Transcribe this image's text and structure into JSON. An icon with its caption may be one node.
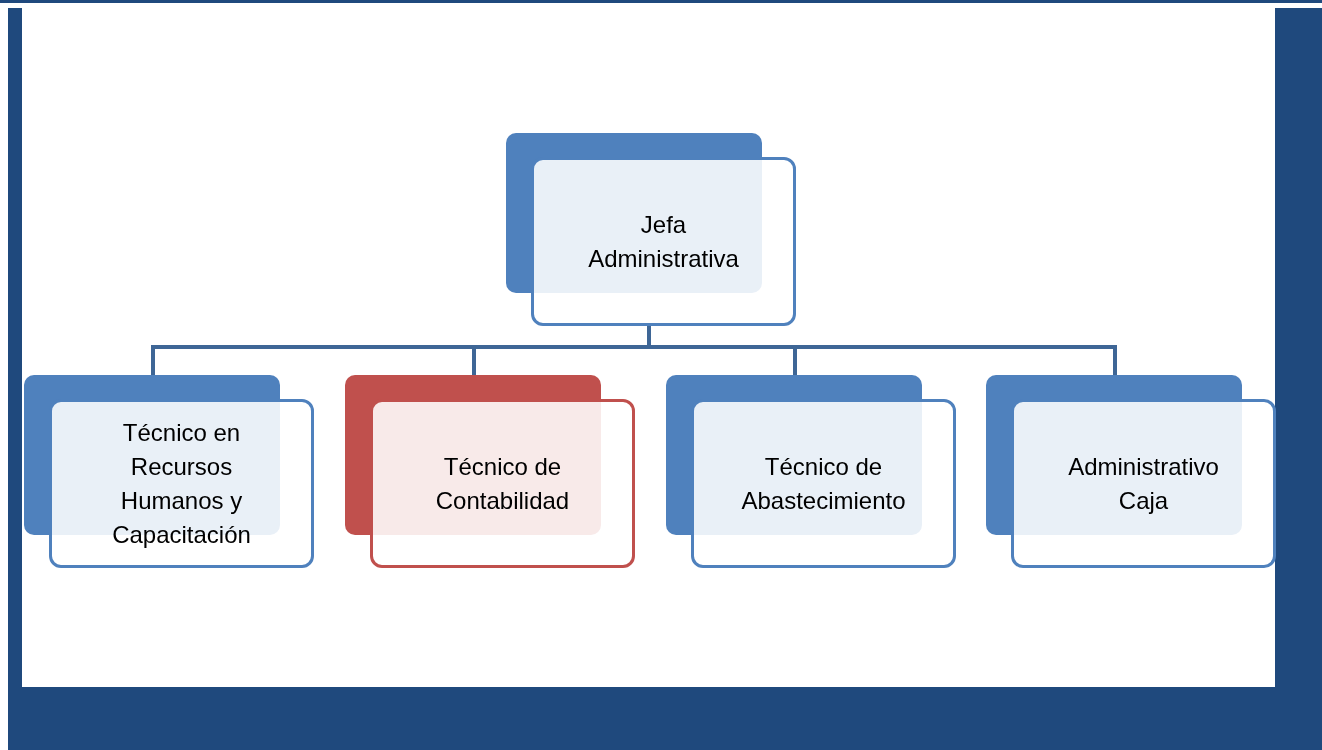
{
  "diagram": {
    "nodes": [
      {
        "text": [
          "Jefa Administrativa"
        ]
      },
      {
        "text": [
          "Técnico en Recursos Humanos y Capacitación"
        ]
      },
      {
        "text": [
          "Técnico de Contabilidad"
        ]
      },
      {
        "text": [
          "Técnico de Abastecimiento"
        ]
      },
      {
        "text": [
          "Administrativo Caja"
        ]
      }
    ],
    "edges": [
      {
        "from": 0,
        "to": 1,
        "arrow": "none"
      },
      {
        "from": 0,
        "to": 2,
        "arrow": "none"
      },
      {
        "from": 0,
        "to": 3,
        "arrow": "none"
      },
      {
        "from": 0,
        "to": 4,
        "arrow": "none"
      }
    ]
  }
}
